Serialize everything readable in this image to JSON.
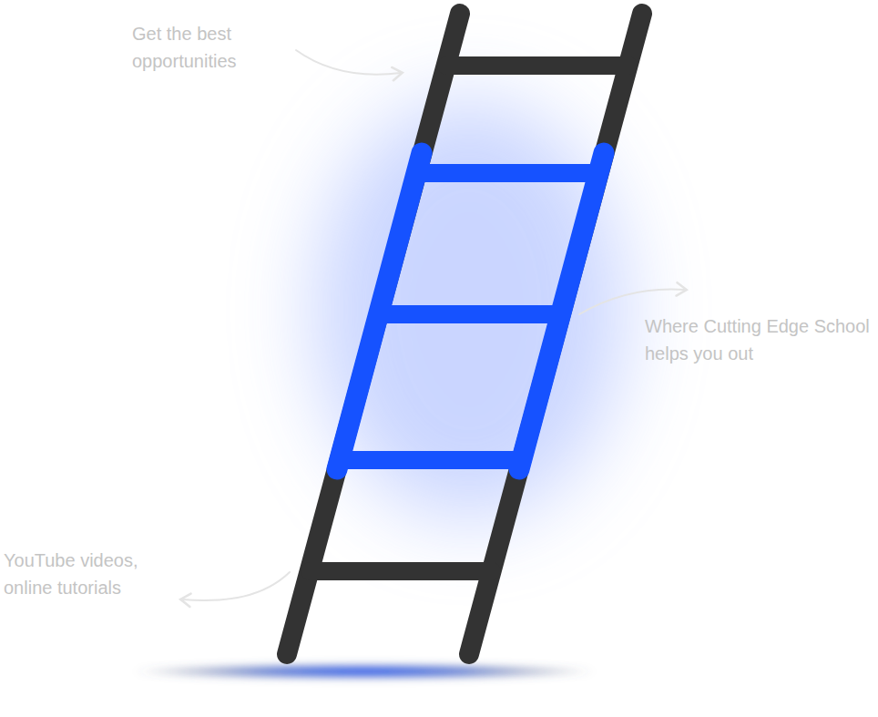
{
  "diagram": {
    "labels": [
      "Get the best opportunities",
      "Where Cutting Edge School helps you out",
      "YouTube videos, online tutorials"
    ]
  }
}
